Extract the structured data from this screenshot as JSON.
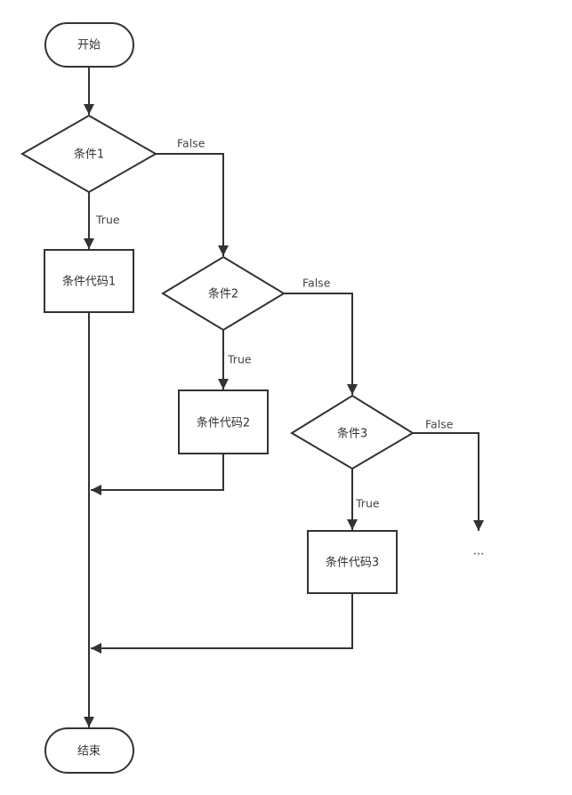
{
  "diagram": {
    "nodes": {
      "start": "开始",
      "cond1": "条件1",
      "code1": "条件代码1",
      "cond2": "条件2",
      "code2": "条件代码2",
      "cond3": "条件3",
      "code3": "条件代码3",
      "ellipsis": "...",
      "end": "结束"
    },
    "edges": {
      "cond1_true": "True",
      "cond1_false": "False",
      "cond2_true": "True",
      "cond2_false": "False",
      "cond3_true": "True",
      "cond3_false": "False"
    },
    "colors": {
      "stroke": "#333333",
      "text": "#333333",
      "background": "#ffffff"
    }
  }
}
